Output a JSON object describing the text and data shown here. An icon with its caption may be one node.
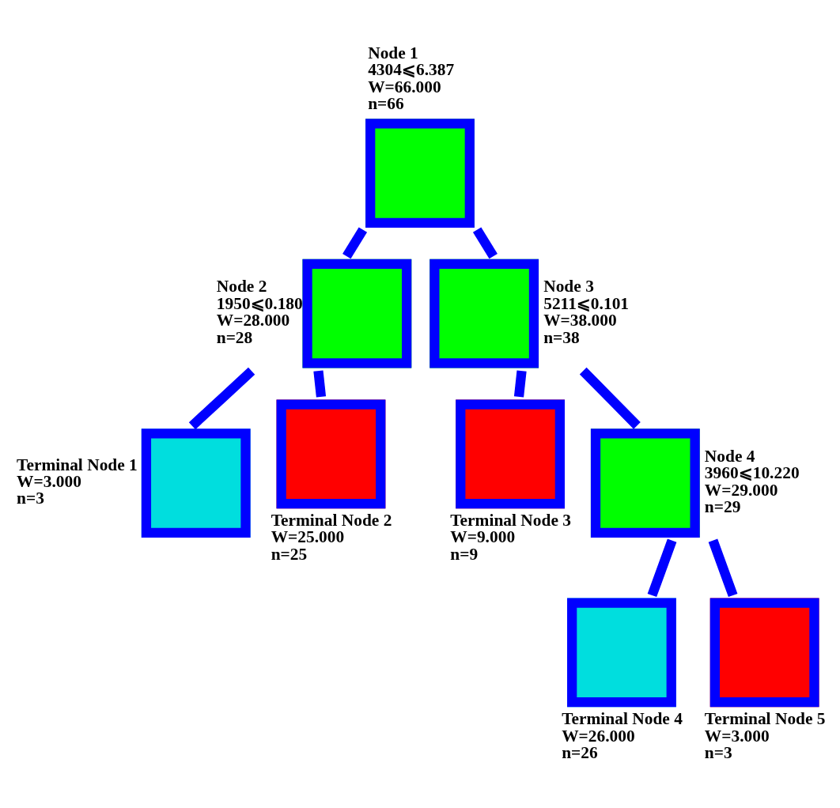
{
  "diagram": {
    "nodes": [
      {
        "text": [
          "Node 1",
          "4304⩽6.387",
          "W=66.000",
          "n=66"
        ]
      },
      {
        "text": [
          "Node 2",
          "1950⩽0.180",
          "W=28.000",
          "n=28"
        ]
      },
      {
        "text": [
          "Node 3",
          "5211⩽0.101",
          "W=38.000",
          "n=38"
        ]
      },
      {
        "text": [
          "Terminal Node 1",
          "W=3.000",
          "n=3"
        ]
      },
      {
        "text": [
          "Terminal Node 2",
          "W=25.000",
          "n=25"
        ]
      },
      {
        "text": [
          "Terminal Node 3",
          "W=9.000",
          "n=9"
        ]
      },
      {
        "text": [
          "Node 4",
          "3960⩽10.220",
          "W=29.000",
          "n=29"
        ]
      },
      {
        "text": [
          "Terminal Node 4",
          "W=26.000",
          "n=26"
        ]
      },
      {
        "text": [
          "Terminal Node 5",
          "W=3.000",
          "n=3"
        ]
      }
    ],
    "edges": [
      {
        "from": 0,
        "to": 1,
        "arrow": "none"
      },
      {
        "from": 0,
        "to": 2,
        "arrow": "none"
      },
      {
        "from": 1,
        "to": 3,
        "arrow": "none"
      },
      {
        "from": 1,
        "to": 4,
        "arrow": "none"
      },
      {
        "from": 2,
        "to": 5,
        "arrow": "none"
      },
      {
        "from": 2,
        "to": 6,
        "arrow": "none"
      },
      {
        "from": 6,
        "to": 7,
        "arrow": "none"
      },
      {
        "from": 6,
        "to": 8,
        "arrow": "none"
      }
    ]
  }
}
